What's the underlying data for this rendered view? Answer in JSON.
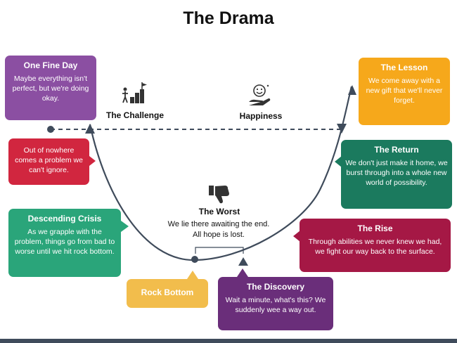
{
  "title": "The Drama",
  "colors": {
    "purple": "#8b4fa2",
    "red": "#d1263f",
    "green": "#2aa57a",
    "orange": "#f6a81b",
    "teal": "#1b7a5e",
    "crimson": "#a51845",
    "gold": "#f2bd4c",
    "violet": "#6a2e7a",
    "curve": "#3f4b5b"
  },
  "stages": {
    "one_fine_day": {
      "title": "One Fine Day",
      "body": "Maybe everything isn't perfect, but we're doing okay."
    },
    "inciting": {
      "body": "Out of nowhere comes a problem we can't ignore."
    },
    "descending": {
      "title": "Descending Crisis",
      "body": "As we grapple with the problem, things go from bad to worse until we hit rock bottom."
    },
    "rock_bottom": {
      "title": "Rock Bottom"
    },
    "discovery": {
      "title": "The Discovery",
      "body": "Wait a minute, what's this? We suddenly wee a way out."
    },
    "rise": {
      "title": "The Rise",
      "body": "Through abilities we never knew we had, we fight our way back to the surface."
    },
    "return": {
      "title": "The Return",
      "body": "We don't just make it home, we burst through into a whole new world of possibility."
    },
    "lesson": {
      "title": "The Lesson",
      "body": "We come away with a new gift that we'll never forget."
    }
  },
  "labels": {
    "challenge": "The Challenge",
    "happiness": "Happiness",
    "worst_title": "The Worst",
    "worst_body": "We lie there awaiting the end. All hope is lost."
  },
  "icons": {
    "challenge": "stairs-flag-icon",
    "happiness": "smiley-hand-icon",
    "worst": "thumbs-down-icon"
  }
}
